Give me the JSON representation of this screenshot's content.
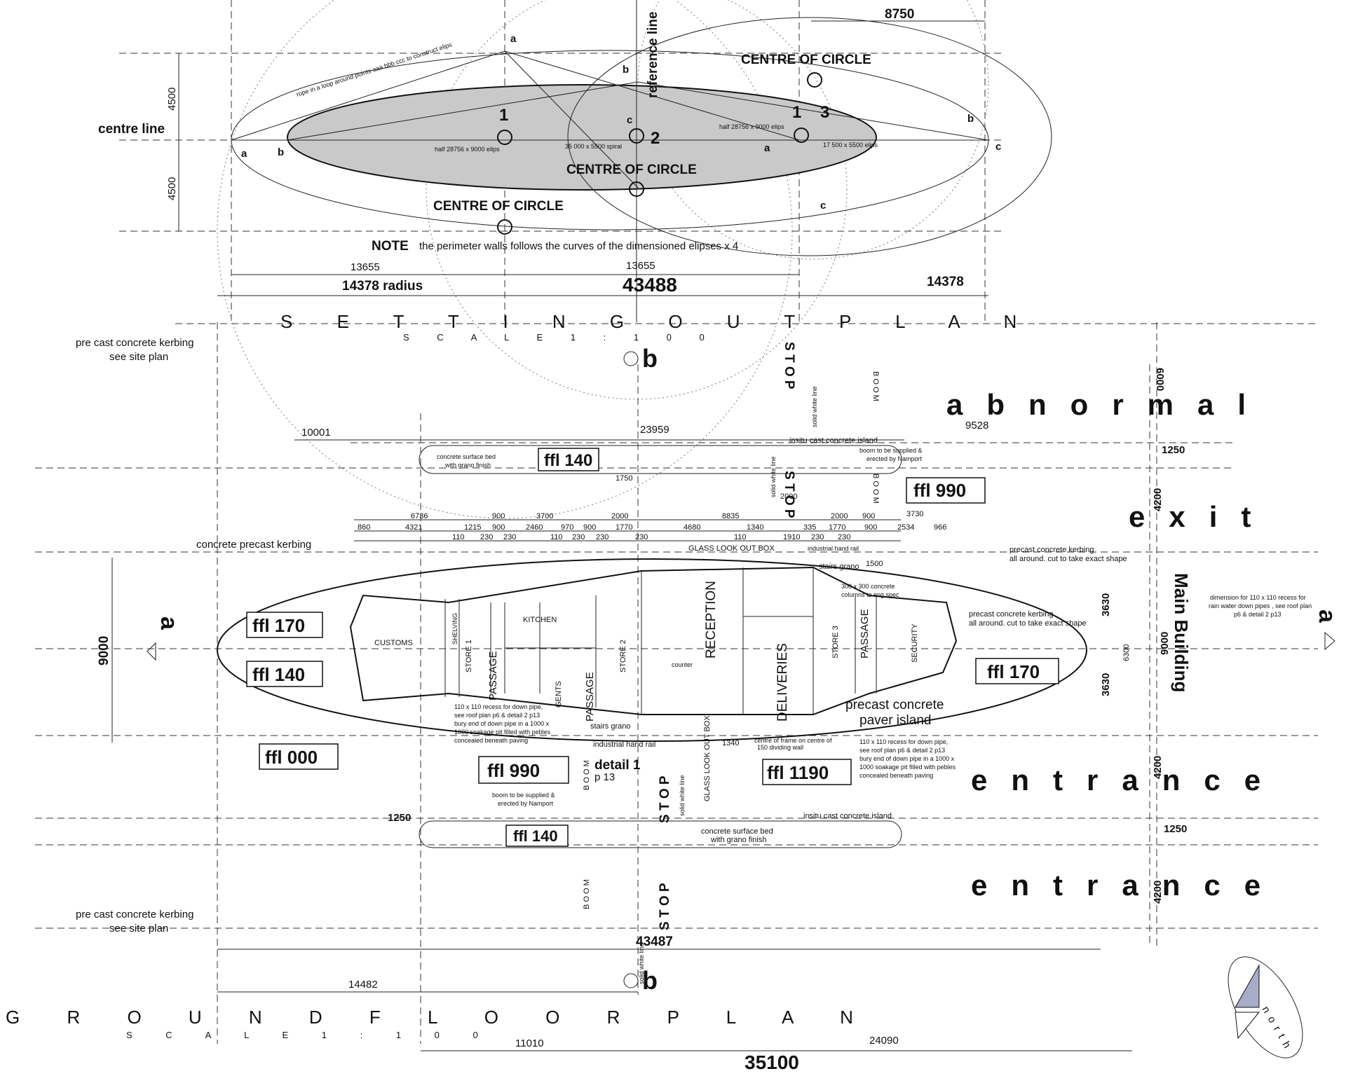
{
  "setting_out": {
    "title": "S E T T I N G   O U T   P L A N",
    "scale": "S C A L E   1 : 1 0 0",
    "centre_line": "centre line",
    "reference_line": "reference line",
    "centre_of_circle": "CENTRE OF CIRCLE",
    "note_bold": "NOTE",
    "note_text": "the perimeter walls follows the curves of the dimensioned elipses x 4",
    "rope_note": "rope in a loop around points aaa bbb ccc to construct elips",
    "half_ellipse_left": "half 28756 x 9000 elips",
    "spiral": "35 000 x 5500 spiral",
    "half_ellipse_right": "half 28756 x 9000 elips",
    "small_ellipse": "17 500 x 5500 elips",
    "numbers": [
      "1",
      "2",
      "1",
      "3"
    ],
    "point_a": "a",
    "point_b": "b",
    "point_c": "c",
    "dims": {
      "top_right": "8750",
      "h1": "4500",
      "h2": "4500",
      "d13655a": "13655",
      "d13655b": "13655",
      "radius_left": "14378 radius",
      "total": "43488",
      "radius_right": "14378"
    }
  },
  "ground_floor": {
    "title": "G R O U N D   F L O O R   P L A N",
    "scale": "S C A L E   1 : 1 0 0",
    "section_a": "a",
    "section_b": "b",
    "kerbing_top": [
      "pre cast concrete kerbing",
      "see site plan"
    ],
    "kerbing_bottom": [
      "pre cast concrete kerbing",
      "see site plan"
    ],
    "concrete_precast": "concrete precast kerbing",
    "precast_all_around": [
      "precast concrete kerbing",
      "all around. cut to take exact shape"
    ],
    "precast_all_around_2": [
      "precast concrete kerbing",
      "all around. cut to take exact shape"
    ],
    "paver_island": [
      "precast concrete",
      "paver island"
    ],
    "insitu_top": "insitu cast concrete island",
    "insitu_bottom": "insitu cast concrete island",
    "surface_bed_top": [
      "concrete surface bed",
      "with grano finish"
    ],
    "surface_bed_bottom": [
      "concrete surface bed",
      "with grano finish"
    ],
    "boom_supplied_top": [
      "boom to be supplied &",
      "erected by Namport"
    ],
    "boom_supplied_bottom": [
      "boom to be supplied &",
      "erected by Namport"
    ],
    "glass_box_top": "GLASS LOOK OUT BOX",
    "glass_box_bottom": "GLASS LOOK OUT BOX",
    "industrial_rail_top": "industrial hand rail",
    "industrial_rail_bottom": "industrial hand rail",
    "recess_left": [
      "110 x 110 recess for down pipe,",
      "see roof plan p6 & detail 2 p13",
      "bury end of down pipe in a 1000 x",
      "1000 soakage pit filled with pebles",
      "concealed beneath paving"
    ],
    "recess_right": [
      "110 x 110 recess for down pipe,",
      "see roof plan p6 & detail 2 p13",
      "bury end of down pipe in a 1000 x",
      "1000 soakage pit filled with pebles",
      "concealed beneath paving"
    ],
    "columns_note": [
      "300 x 300 concrete",
      "columns to eng spec"
    ],
    "dimension_note": [
      "dimension for 110 x 110 recess for",
      "rain water down pipes , see roof plan",
      "p6 & detail 2 p13"
    ],
    "centre_frame": [
      "centre of frame on centre of",
      "150 dividing wall"
    ],
    "detail": "detail 1",
    "detail_page": "p 13",
    "stairs_grano": "stairs grano",
    "stairs_grano_2": "stairs grano",
    "solid_white_line": "solid white line",
    "rooms": {
      "customs": "CUSTOMS",
      "store1": "STORE 1",
      "store2": "STORE 2",
      "store3": "STORE 3",
      "kitchen": "KITCHEN",
      "gents": "GENTS",
      "passage1": "PASSAGE",
      "passage2": "PASSAGE",
      "passage3": "PASSAGE",
      "reception": "RECEPTION",
      "deliveries": "DELIVERIES",
      "security": "SECURITY",
      "counter": "counter",
      "shelving": "SHELVING"
    },
    "ffl": {
      "ffl140_top": "ffl 140",
      "ffl990_top": "ffl 990",
      "ffl170_left": "ffl 170",
      "ffl140_left": "ffl 140",
      "ffl170_right": "ffl 170",
      "ffl000": "ffl 000",
      "ffl990_bottom": "ffl 990",
      "ffl1190": "ffl 1190",
      "ffl140_bottom": "ffl 140"
    },
    "lanes": {
      "abnormal": "abnormal",
      "exit": "exit",
      "entrance1": "entrance",
      "entrance2": "entrance",
      "main_building": "Main Building"
    },
    "stop": "S T O P",
    "boom": "B O O M",
    "north": "north",
    "dims": {
      "d10001": "10001",
      "d23959": "23959",
      "d9528": "9528",
      "d6000": "6000",
      "d1250a": "1250",
      "d4200a": "4200",
      "d9000r": "9000",
      "d3630a": "3630",
      "d3630b": "3630",
      "d6300": "6300",
      "d4200b": "4200",
      "d1250b": "1250",
      "d4200c": "4200",
      "d1250left": "1250",
      "d43487": "43487",
      "d14482": "14482",
      "d11010": "11010",
      "d24090": "24090",
      "d35100": "35100",
      "d9000l": "9000",
      "d1750": "1750",
      "d2000": "2000",
      "d1500": "1500",
      "d3730": "3730",
      "d1340": "1340",
      "row1": [
        "6736",
        "3700",
        "900",
        "2000",
        "8835",
        "2000",
        "900"
      ],
      "row2": [
        "860",
        "4321",
        "1215",
        "900",
        "2460",
        "970",
        "900",
        "1770",
        "4680",
        "1340",
        "335",
        "1770",
        "900",
        "2534",
        "966"
      ],
      "row3": [
        "110",
        "230",
        "230",
        "110",
        "230",
        "230",
        "230",
        "110",
        "1910",
        "230",
        "230"
      ]
    }
  }
}
